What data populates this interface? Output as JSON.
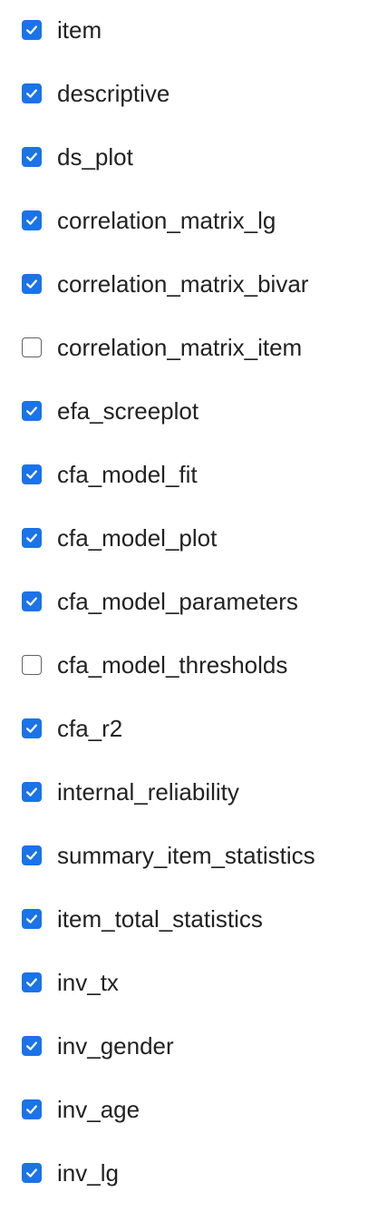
{
  "accent_color": "#1a73e8",
  "options": [
    {
      "label": "item",
      "checked": true
    },
    {
      "label": "descriptive",
      "checked": true
    },
    {
      "label": "ds_plot",
      "checked": true
    },
    {
      "label": "correlation_matrix_lg",
      "checked": true
    },
    {
      "label": "correlation_matrix_bivar",
      "checked": true
    },
    {
      "label": "correlation_matrix_item",
      "checked": false
    },
    {
      "label": "efa_screeplot",
      "checked": true
    },
    {
      "label": "cfa_model_fit",
      "checked": true
    },
    {
      "label": "cfa_model_plot",
      "checked": true
    },
    {
      "label": "cfa_model_parameters",
      "checked": true
    },
    {
      "label": "cfa_model_thresholds",
      "checked": false
    },
    {
      "label": "cfa_r2",
      "checked": true
    },
    {
      "label": "internal_reliability",
      "checked": true
    },
    {
      "label": "summary_item_statistics",
      "checked": true
    },
    {
      "label": "item_total_statistics",
      "checked": true
    },
    {
      "label": "inv_tx",
      "checked": true
    },
    {
      "label": "inv_gender",
      "checked": true
    },
    {
      "label": "inv_age",
      "checked": true
    },
    {
      "label": "inv_lg",
      "checked": true
    }
  ]
}
